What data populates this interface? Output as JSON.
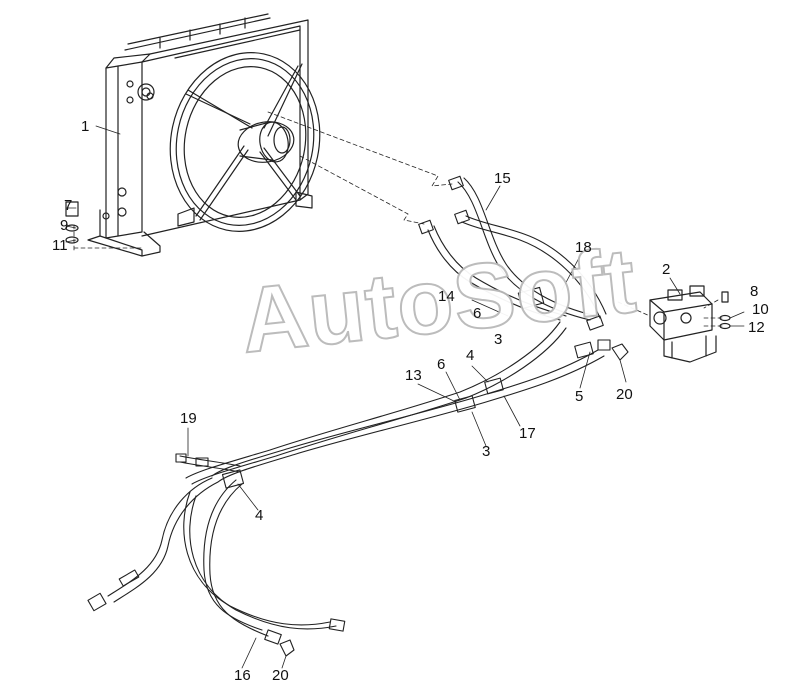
{
  "watermark": "AutoSoft",
  "callouts": [
    {
      "id": "c1",
      "text": "1"
    },
    {
      "id": "c2",
      "text": "2"
    },
    {
      "id": "c3a",
      "text": "3"
    },
    {
      "id": "c3b",
      "text": "3"
    },
    {
      "id": "c4a",
      "text": "4"
    },
    {
      "id": "c4b",
      "text": "4"
    },
    {
      "id": "c5",
      "text": "5"
    },
    {
      "id": "c6a",
      "text": "6"
    },
    {
      "id": "c6b",
      "text": "6"
    },
    {
      "id": "c7",
      "text": "7"
    },
    {
      "id": "c8",
      "text": "8"
    },
    {
      "id": "c9",
      "text": "9"
    },
    {
      "id": "c10",
      "text": "10"
    },
    {
      "id": "c11",
      "text": "11"
    },
    {
      "id": "c12",
      "text": "12"
    },
    {
      "id": "c13",
      "text": "13"
    },
    {
      "id": "c14",
      "text": "14"
    },
    {
      "id": "c15",
      "text": "15"
    },
    {
      "id": "c16",
      "text": "16"
    },
    {
      "id": "c17",
      "text": "17"
    },
    {
      "id": "c18",
      "text": "18"
    },
    {
      "id": "c19",
      "text": "19"
    },
    {
      "id": "c20a",
      "text": "20"
    },
    {
      "id": "c20b",
      "text": "20"
    }
  ]
}
